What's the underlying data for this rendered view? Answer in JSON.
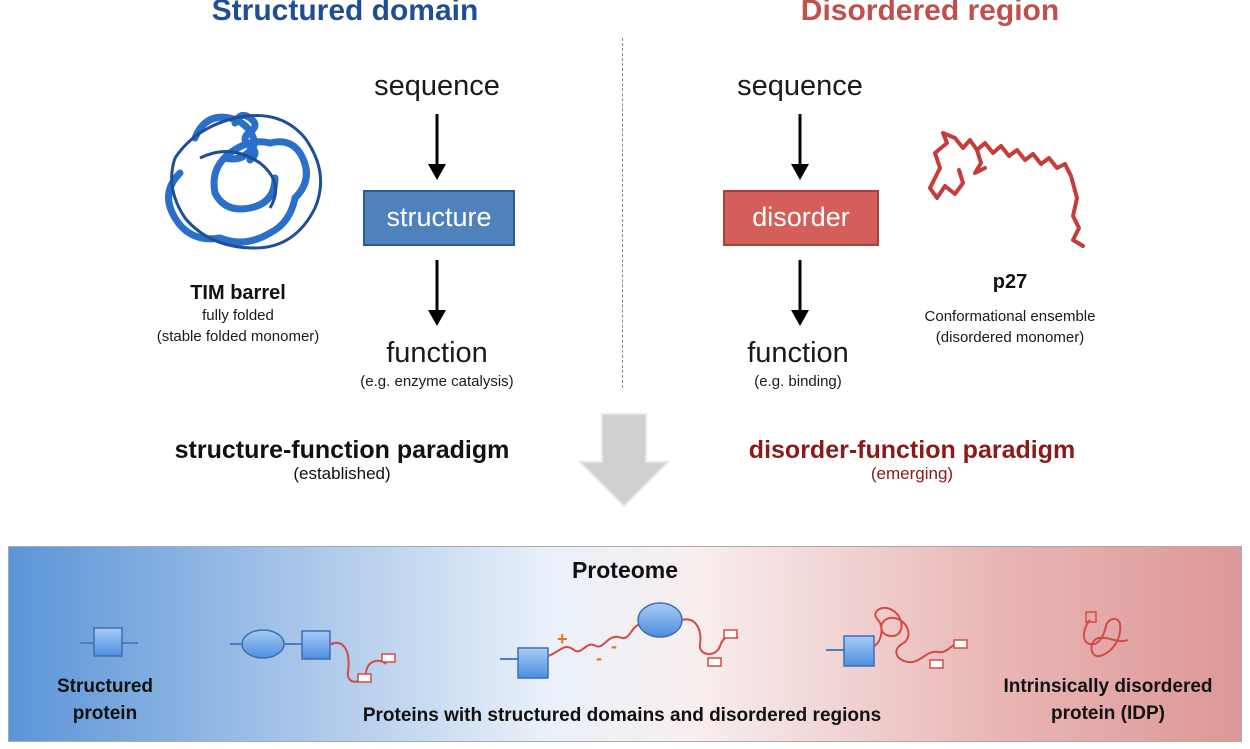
{
  "structured": {
    "heading": "Structured domain",
    "sequence": "sequence",
    "box": "structure",
    "function": "function",
    "function_example": "(e.g. enzyme catalysis)",
    "protein_name": "TIM barrel",
    "protein_desc_1": "fully folded",
    "protein_desc_2": "(stable folded monomer)",
    "paradigm": "structure-function paradigm",
    "paradigm_status": "(established)"
  },
  "disordered": {
    "heading": "Disordered region",
    "sequence": "sequence",
    "box": "disorder",
    "function": "function",
    "function_example": "(e.g. binding)",
    "protein_name": "p27",
    "protein_desc_1": "Conformational ensemble",
    "protein_desc_2": "(disordered monomer)",
    "paradigm": "disorder-function paradigm",
    "paradigm_status": "(emerging)"
  },
  "proteome": {
    "title": "Proteome",
    "left_label_1": "Structured",
    "left_label_2": "protein",
    "middle_label": "Proteins with structured domains and disordered regions",
    "right_label_1": "Intrinsically disordered",
    "right_label_2": "protein (IDP)",
    "charge_plus": "+",
    "charge_minus": "-"
  },
  "colors": {
    "structured": "#1f4e93",
    "disordered": "#c0504d",
    "paradigm_disordered": "#8b1a1a"
  }
}
